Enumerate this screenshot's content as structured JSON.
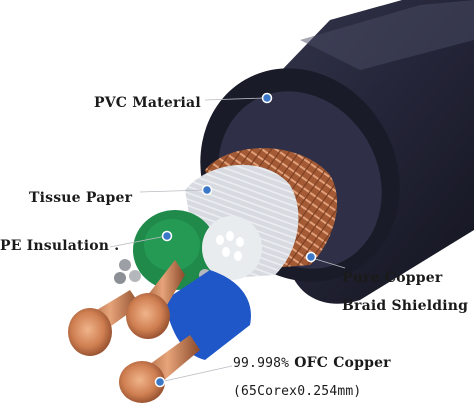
{
  "labels": {
    "pvc": "PVC Material",
    "tissue": "Tissue Paper",
    "pe": "PE Insulation .",
    "braid_line1": "Pure Copper",
    "braid_line2": "Braid Shielding",
    "ofc_percent": "99.998%",
    "ofc_text": "OFC Copper",
    "core_spec": "(65Corex0.254mm)"
  },
  "colors": {
    "jacket": "#2a2b3d",
    "inner_jacket": "#1c1d2a",
    "braid": "#b4663e",
    "tissue": "#d8dbe0",
    "green_insulation": "#1f8a4a",
    "blue_insulation": "#1f57c9",
    "white_insulation": "#e9ecef",
    "copper": "#c97a4f",
    "marker": "#3a78c7"
  }
}
